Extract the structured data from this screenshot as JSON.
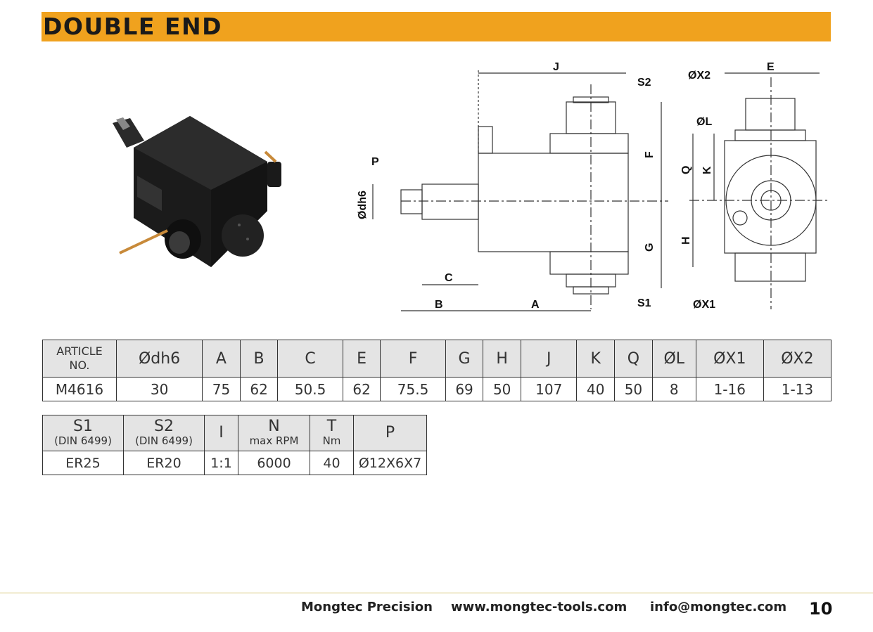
{
  "header": {
    "title": "DOUBLE END"
  },
  "drawing_labels": {
    "J": "J",
    "S2": "S2",
    "F": "F",
    "P": "P",
    "dh6": "Ødh6",
    "C": "C",
    "B": "B",
    "A": "A",
    "S1": "S1",
    "G": "G",
    "X2": "ØX2",
    "E": "E",
    "L": "ØL",
    "Q": "Q",
    "K": "K",
    "H": "H",
    "X1": "ØX1"
  },
  "table1": {
    "article_line1": "ARTICLE",
    "article_line2": "NO.",
    "headers": [
      "Ødh6",
      "A",
      "B",
      "C",
      "E",
      "F",
      "G",
      "H",
      "J",
      "K",
      "Q",
      "ØL",
      "ØX1",
      "ØX2"
    ],
    "row": [
      "M4616",
      "30",
      "75",
      "62",
      "50.5",
      "62",
      "75.5",
      "69",
      "50",
      "107",
      "40",
      "50",
      "8",
      "1-16",
      "1-13"
    ]
  },
  "table2": {
    "headers": [
      {
        "main": "S1",
        "sub": "(DIN 6499)"
      },
      {
        "main": "S2",
        "sub": "(DIN 6499)"
      },
      {
        "main": "I",
        "sub": ""
      },
      {
        "main": "N",
        "sub": "max RPM"
      },
      {
        "main": "T",
        "sub": "Nm"
      },
      {
        "main": "P",
        "sub": ""
      }
    ],
    "row": [
      "ER25",
      "ER20",
      "1:1",
      "6000",
      "40",
      "Ø12X6X7"
    ]
  },
  "footer": {
    "company": "Mongtec Precision",
    "website": "www.mongtec-tools.com",
    "email": "info@mongtec.com",
    "page": "10"
  },
  "colors": {
    "banner": "#f0a21e",
    "table_header": "#e4e4e4"
  }
}
